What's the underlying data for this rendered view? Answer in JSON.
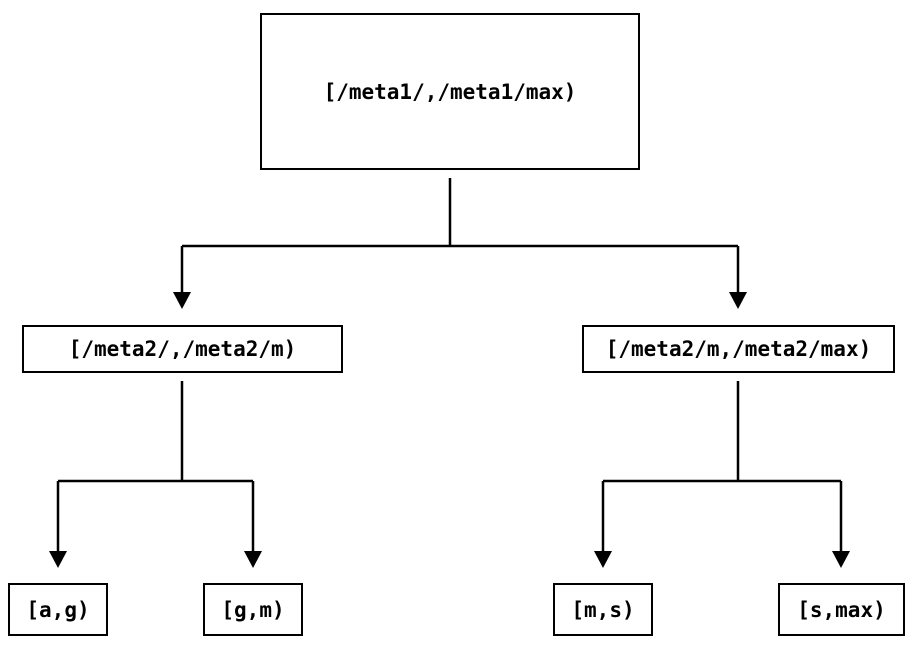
{
  "diagram": {
    "title": "interval-partition-tree",
    "colors": {
      "background": "#ffffff",
      "line": "#000000",
      "text": "#000000"
    },
    "nodes": {
      "root": {
        "label": "[/meta1/,/meta1/max)"
      },
      "left": {
        "label": "[/meta2/,/meta2/m)"
      },
      "right": {
        "label": "[/meta2/m,/meta2/max)"
      },
      "leaf_ag": {
        "label": "[a,g)"
      },
      "leaf_gm": {
        "label": "[g,m)"
      },
      "leaf_ms": {
        "label": "[m,s)"
      },
      "leaf_smax": {
        "label": "[s,max)"
      }
    },
    "edges": [
      {
        "from": "root",
        "to": "left"
      },
      {
        "from": "root",
        "to": "right"
      },
      {
        "from": "left",
        "to": "leaf_ag"
      },
      {
        "from": "left",
        "to": "leaf_gm"
      },
      {
        "from": "right",
        "to": "leaf_ms"
      },
      {
        "from": "right",
        "to": "leaf_smax"
      }
    ]
  }
}
